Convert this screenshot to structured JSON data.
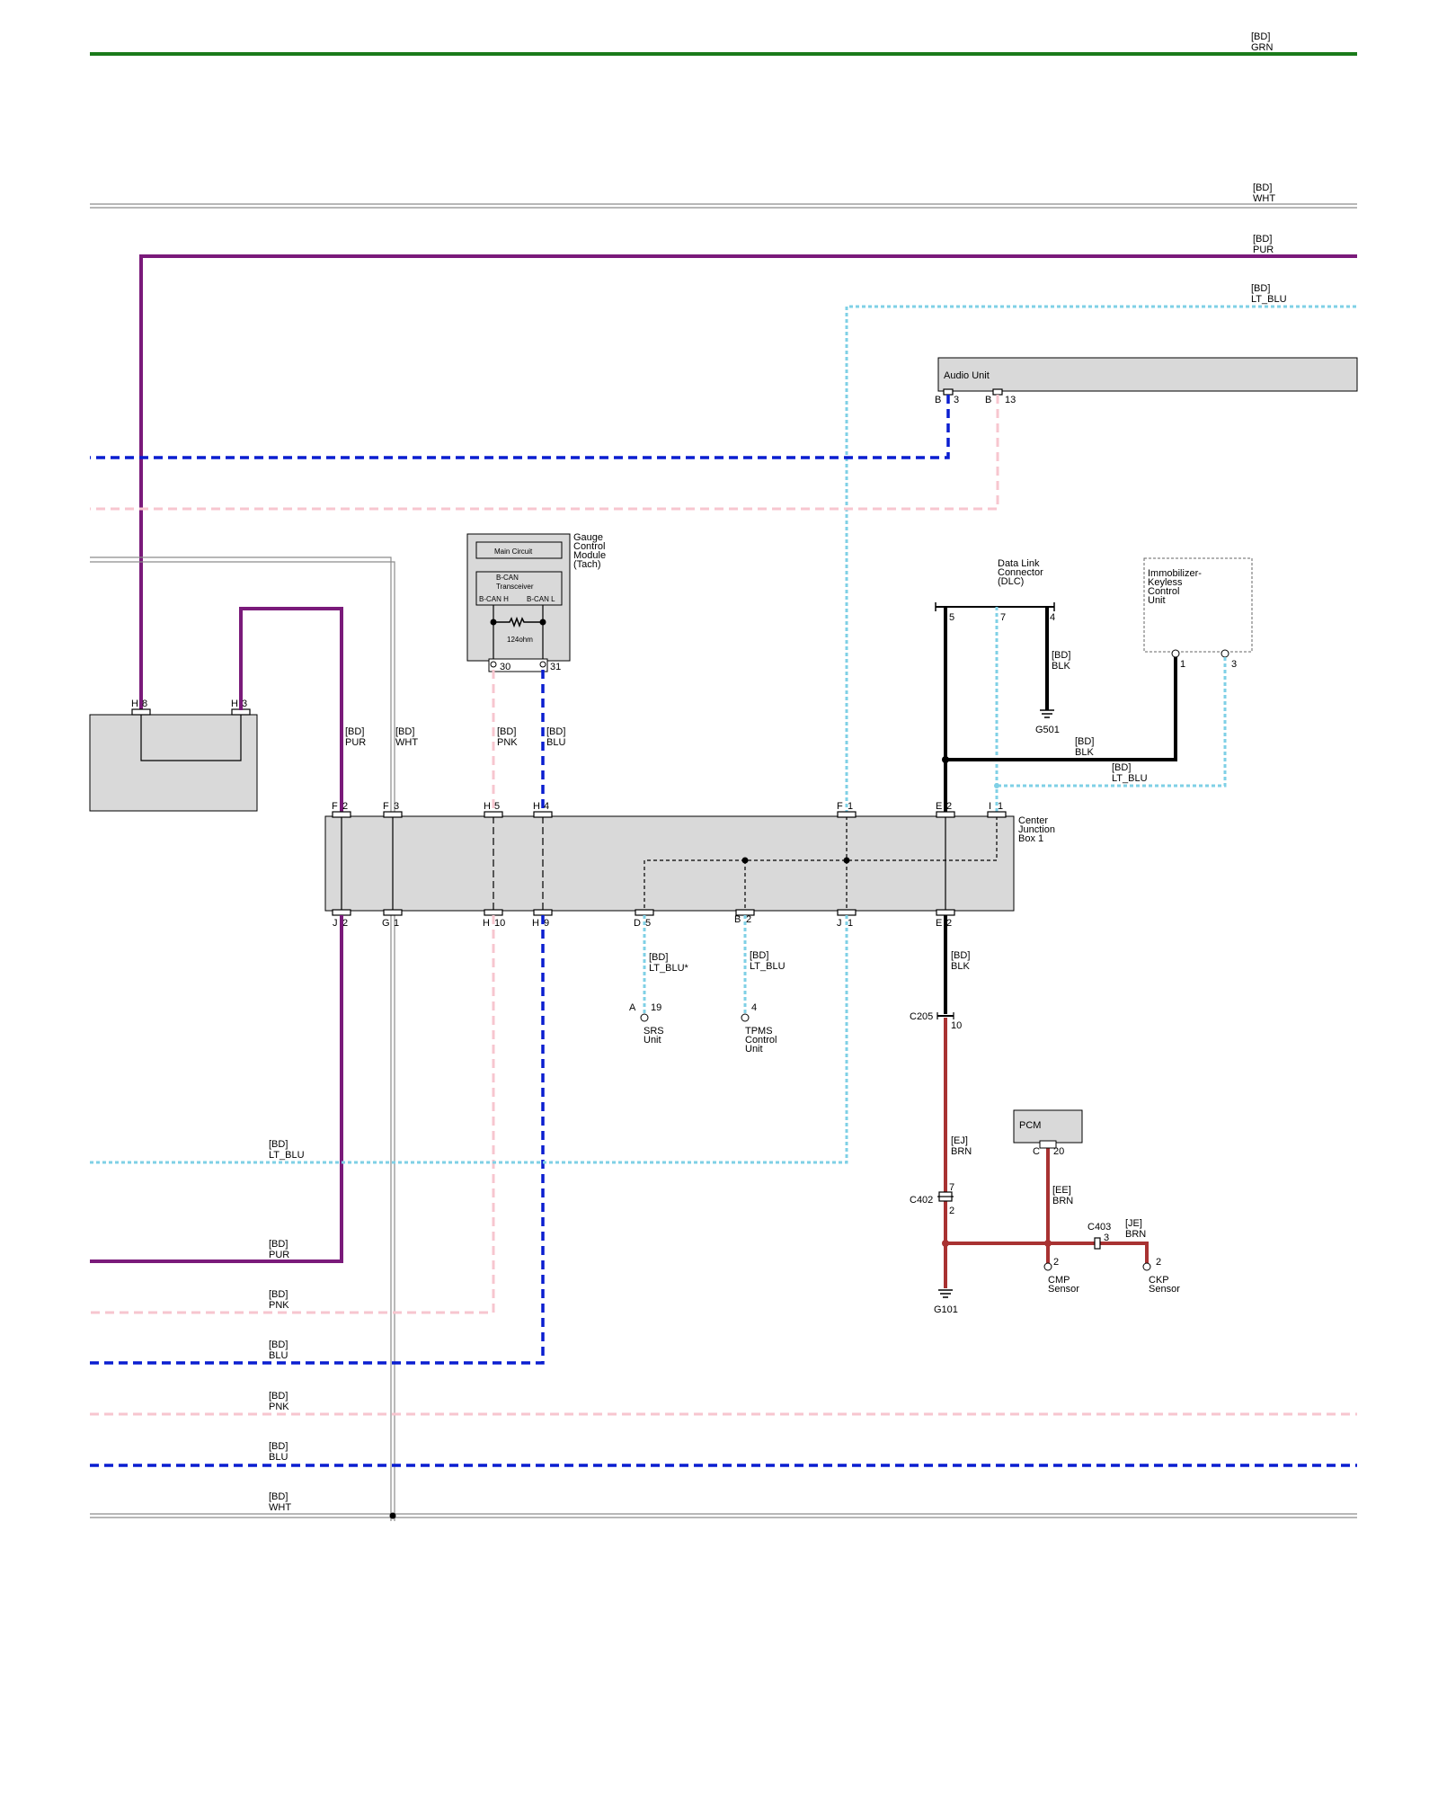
{
  "colors": {
    "grn": "#1a7a1a",
    "pur": "#7a1a7a",
    "lt_blu": "#7fd0e6",
    "blu": "#0a1ed0",
    "pnk": "#f7c6cf",
    "blk": "#000000",
    "brn": "#a83232",
    "wht_line": "#8c8c8c",
    "box_fill": "#d9d9d9"
  },
  "right_labels": {
    "grn": {
      "code": "[BD]",
      "color": "GRN"
    },
    "wht": {
      "code": "[BD]",
      "color": "WHT"
    },
    "pur": {
      "code": "[BD]",
      "color": "PUR"
    },
    "lt_blu": {
      "code": "[BD]",
      "color": "LT_BLU"
    }
  },
  "audio_unit": {
    "name": "Audio Unit",
    "pin_b3": {
      "conn": "B",
      "num": "3"
    },
    "pin_b13": {
      "conn": "B",
      "num": "13"
    }
  },
  "gauge": {
    "title": [
      "Gauge",
      "Control",
      "Module",
      "(Tach)"
    ],
    "main_circuit": "Main Circuit",
    "bcan": [
      "B-CAN",
      "Transceiver"
    ],
    "bcan_h": "B-CAN H",
    "bcan_l": "B-CAN L",
    "resistor": "124ohm",
    "pin30": "30",
    "pin31": "31"
  },
  "dlc": {
    "title": [
      "Data Link",
      "Connector",
      "(DLC)"
    ],
    "pin5": "5",
    "pin7": "7",
    "pin4": "4",
    "blk_label": {
      "code": "[BD]",
      "color": "BLK"
    },
    "ground": "G501"
  },
  "immobilizer": {
    "title": [
      "Immobilizer-",
      "Keyless",
      "Control",
      "Unit"
    ],
    "pin1": "1",
    "pin3": "3",
    "blk_label": {
      "code": "[BD]",
      "color": "BLK"
    },
    "ltblu_label": {
      "code": "[BD]",
      "color": "LT_BLU"
    }
  },
  "left_module": {
    "pin_h8": {
      "conn": "H",
      "num": "8"
    },
    "pin_h3": {
      "conn": "H",
      "num": "3"
    }
  },
  "wire_labels_above": {
    "pur": {
      "code": "[BD]",
      "color": "PUR"
    },
    "wht": {
      "code": "[BD]",
      "color": "WHT"
    },
    "pnk": {
      "code": "[BD]",
      "color": "PNK"
    },
    "blu": {
      "code": "[BD]",
      "color": "BLU"
    }
  },
  "cjb": {
    "title": [
      "Center",
      "Junction",
      "Box 1"
    ],
    "top_pins": [
      {
        "conn": "F",
        "num": "2"
      },
      {
        "conn": "F",
        "num": "3"
      },
      {
        "conn": "H",
        "num": "5"
      },
      {
        "conn": "H",
        "num": "4"
      },
      {
        "conn": "F",
        "num": "1"
      },
      {
        "conn": "E",
        "num": "2"
      },
      {
        "conn": "I",
        "num": "1"
      }
    ],
    "bottom_pins": [
      {
        "conn": "J",
        "num": "2"
      },
      {
        "conn": "G",
        "num": "1"
      },
      {
        "conn": "H",
        "num": "10"
      },
      {
        "conn": "H",
        "num": "9"
      },
      {
        "conn": "D",
        "num": "5"
      },
      {
        "conn": "B",
        "num": "2"
      },
      {
        "conn": "J",
        "num": "1"
      },
      {
        "conn": "E",
        "num": "2"
      }
    ]
  },
  "srs": {
    "label": {
      "code": "[BD]",
      "color": "LT_BLU*"
    },
    "conn": "A",
    "pin": "19",
    "name": [
      "SRS",
      "Unit"
    ]
  },
  "tpms": {
    "label": {
      "code": "[BD]",
      "color": "LT_BLU"
    },
    "pin": "4",
    "name": [
      "TPMS",
      "Control",
      "Unit"
    ]
  },
  "ground_path": {
    "blk_label": {
      "code": "[BD]",
      "color": "BLK"
    },
    "c205": "C205",
    "c205_pin": "10",
    "brn_label": {
      "code": "[EJ]",
      "color": "BRN"
    },
    "c402": "C402",
    "c402_top": "7",
    "c402_bottom": "2",
    "ground": "G101"
  },
  "pcm": {
    "name": "PCM",
    "conn": "C",
    "pin": "20",
    "brn_label": {
      "code": "[EE]",
      "color": "BRN"
    }
  },
  "c403": {
    "name": "C403",
    "pin": "3",
    "brn_label": {
      "code": "[JE]",
      "color": "BRN"
    }
  },
  "cmp": {
    "pin": "2",
    "name": [
      "CMP",
      "Sensor"
    ]
  },
  "ckp": {
    "pin": "2",
    "name": [
      "CKP",
      "Sensor"
    ]
  },
  "bottom_labels": {
    "lt_blu": {
      "code": "[BD]",
      "color": "LT_BLU"
    },
    "pur": {
      "code": "[BD]",
      "color": "PUR"
    },
    "pnk1": {
      "code": "[BD]",
      "color": "PNK"
    },
    "blu1": {
      "code": "[BD]",
      "color": "BLU"
    },
    "pnk2": {
      "code": "[BD]",
      "color": "PNK"
    },
    "blu2": {
      "code": "[BD]",
      "color": "BLU"
    },
    "wht": {
      "code": "[BD]",
      "color": "WHT"
    }
  }
}
